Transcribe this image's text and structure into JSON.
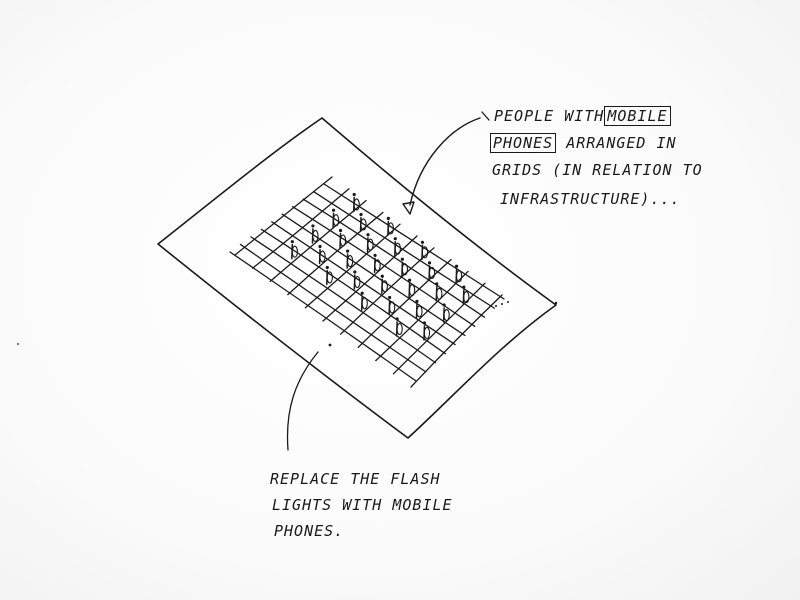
{
  "annotations": {
    "top_right": {
      "line1_prefix": "PEOPLE WITH",
      "line1_boxed": "MOBILE",
      "line2_boxed": "PHONES",
      "line2_suffix": "ARRANGED IN",
      "line3": "GRIDS (IN RELATION TO",
      "line4": "INFRASTRUCTURE)..."
    },
    "bottom": {
      "line1": "REPLACE THE FLASH",
      "line2": "LIGHTS WITH MOBILE",
      "line3": "PHONES."
    }
  },
  "colors": {
    "ink": "#1a1a1a",
    "paper": "#ffffff"
  }
}
